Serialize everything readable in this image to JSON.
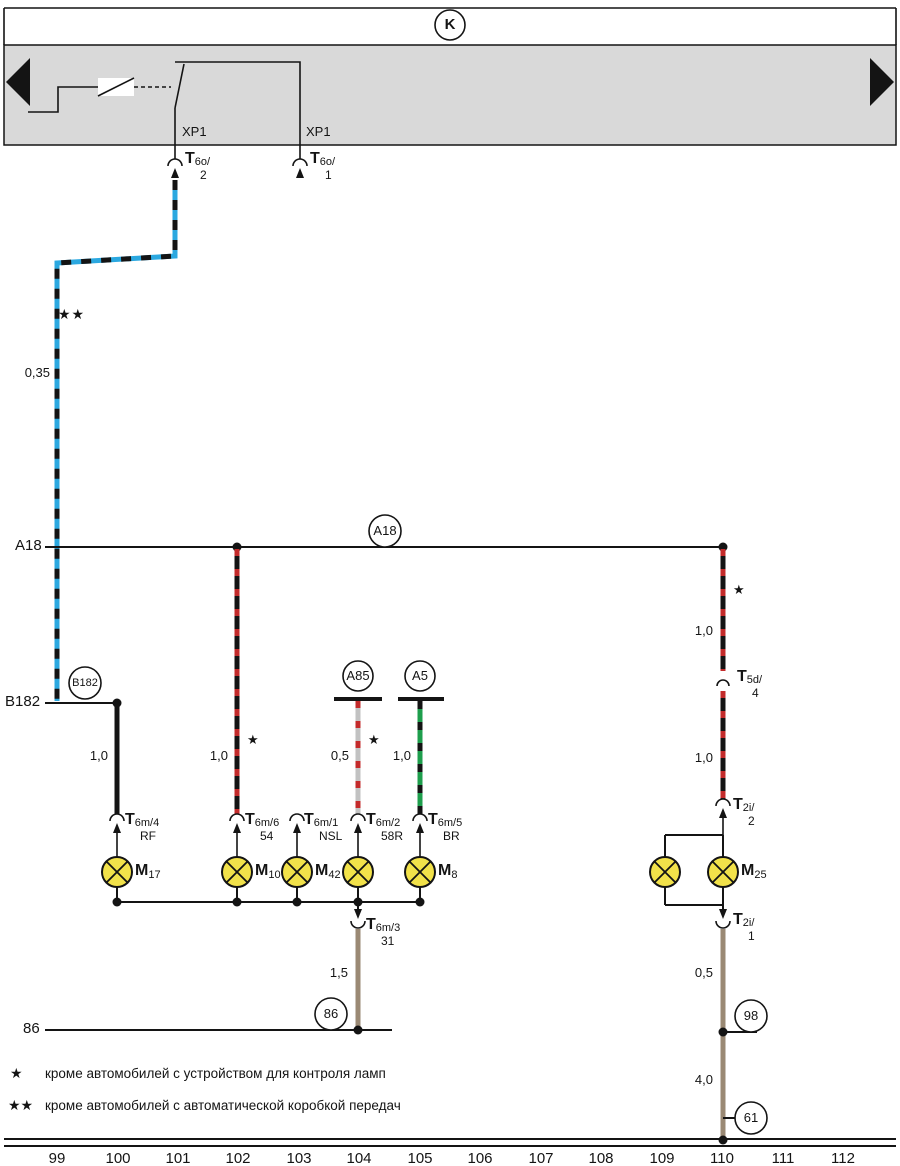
{
  "colors": {
    "band_bg": "#d9d9d9",
    "black": "#141414",
    "blue": "#2BA8E0",
    "red": "#C32B2B",
    "green": "#1E9E4C",
    "gray": "#C2C2C2",
    "brown": "#9A8974",
    "lamp_fill": "#F2E24A"
  },
  "header": {
    "circle_label": "K"
  },
  "relay": {
    "connector_left": "XP1",
    "connector_right": "XP1"
  },
  "terminals": {
    "t6o2": {
      "t": "T",
      "code": "6o/",
      "pin": "2"
    },
    "t6o1": {
      "t": "T",
      "code": "6o/",
      "pin": "1"
    },
    "t6m4": {
      "t": "T",
      "code": "6m/4",
      "pin": "RF"
    },
    "t6m6": {
      "t": "T",
      "code": "6m/6",
      "pin": "54"
    },
    "t6m1": {
      "t": "T",
      "code": "6m/1",
      "pin": "NSL"
    },
    "t6m2": {
      "t": "T",
      "code": "6m/2",
      "pin": "58R"
    },
    "t6m5": {
      "t": "T",
      "code": "6m/5",
      "pin": "BR"
    },
    "t6m3": {
      "t": "T",
      "code": "6m/3",
      "pin": "31"
    },
    "t5d4": {
      "t": "T",
      "code": "5d/",
      "pin": "4"
    },
    "t2i2": {
      "t": "T",
      "code": "2i/",
      "pin": "2"
    },
    "t2i1": {
      "t": "T",
      "code": "2i/",
      "pin": "1"
    }
  },
  "buses": {
    "a18": {
      "label": "A18",
      "circle": "A18"
    },
    "b182": {
      "label": "B182",
      "circle": "B182"
    },
    "g86": {
      "label": "86",
      "circle": "86"
    }
  },
  "nodes": {
    "a85": "A85",
    "a5": "A5",
    "n98": "98",
    "n61": "61"
  },
  "lamps": {
    "m17": {
      "m": "M",
      "sub": "17"
    },
    "m10": {
      "m": "M",
      "sub": "10"
    },
    "m42": {
      "m": "M",
      "sub": "42"
    },
    "m8": {
      "m": "M",
      "sub": "8"
    },
    "m25": {
      "m": "M",
      "sub": "25"
    }
  },
  "gauges": {
    "top_left": "0,35",
    "lamp_m17": "1,0",
    "lamp_m10": "1,0",
    "lamp_center": "0,5",
    "lamp_m8": "1,0",
    "right_upper": "1,0",
    "right_mid": "1,0",
    "right_lower": "0,5",
    "right_bottom": "4,0",
    "ground_center": "1,5"
  },
  "stars": {
    "single": "★",
    "double": "★★"
  },
  "legend": [
    {
      "symbol": "★",
      "text": "кроме автомобилей с устройством для контроля ламп"
    },
    {
      "symbol": "★★",
      "text": "кроме автомобилей с автоматической коробкой передач"
    }
  ],
  "grid": [
    "99",
    "100",
    "101",
    "102",
    "103",
    "104",
    "105",
    "106",
    "107",
    "108",
    "109",
    "110",
    "111",
    "112"
  ]
}
